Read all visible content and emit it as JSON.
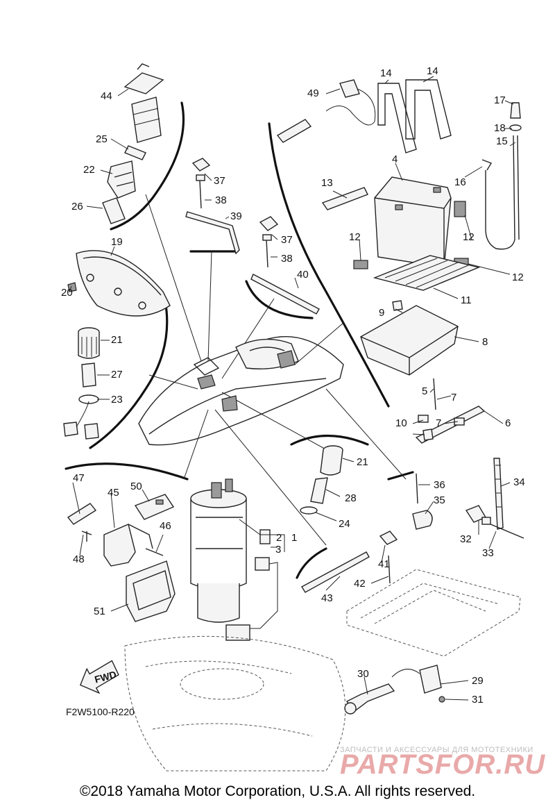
{
  "diagram_code": "F2W5100-R220",
  "fwd_label": "FWD",
  "watermark": {
    "line1": "ЗАПЧАСТИ И АКСЕССУАРЫ ДЛЯ МОТОТЕХНИКИ",
    "line2": "PARTSFOR.RU"
  },
  "copyright": "©2018 Yamaha Motor Corporation, U.S.A. All rights reserved.",
  "callouts": {
    "c1": "1",
    "c2": "2",
    "c3": "3",
    "c4": "4",
    "c5": "5",
    "c6": "6",
    "c7a": "7",
    "c7b": "7",
    "c8": "8",
    "c9": "9",
    "c10": "10",
    "c11": "11",
    "c12a": "12",
    "c12b": "12",
    "c12c": "12",
    "c13": "13",
    "c14a": "14",
    "c14b": "14",
    "c15": "15",
    "c16": "16",
    "c17": "17",
    "c18": "18",
    "c19": "19",
    "c20": "20",
    "c21a": "21",
    "c21b": "21",
    "c22": "22",
    "c23": "23",
    "c24": "24",
    "c25": "25",
    "c26": "26",
    "c27": "27",
    "c28": "28",
    "c29": "29",
    "c30": "30",
    "c31": "31",
    "c32": "32",
    "c33": "33",
    "c34": "34",
    "c35": "35",
    "c36": "36",
    "c37a": "37",
    "c37b": "37",
    "c38a": "38",
    "c38b": "38",
    "c39": "39",
    "c40": "40",
    "c41": "41",
    "c42": "42",
    "c43": "43",
    "c44": "44",
    "c45": "45",
    "c46": "46",
    "c47": "47",
    "c48": "48",
    "c49": "49",
    "c50": "50",
    "c51": "51"
  }
}
